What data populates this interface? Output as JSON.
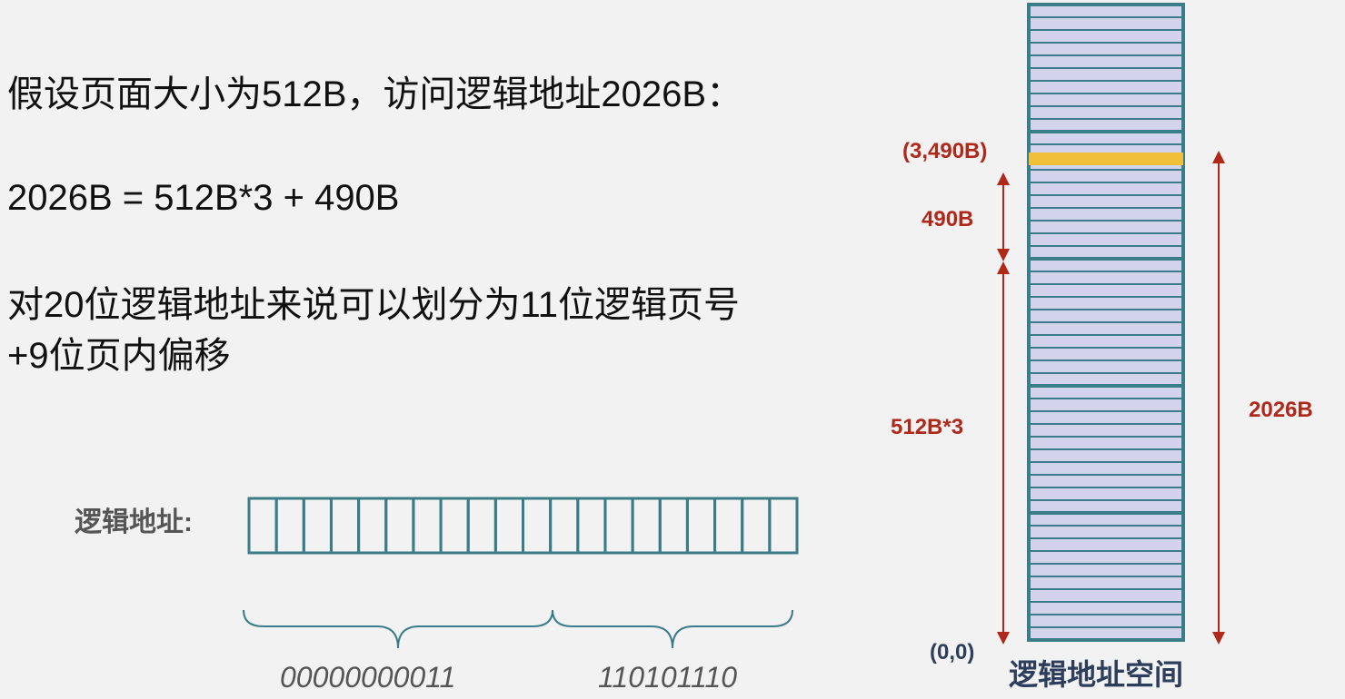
{
  "text": {
    "line1": "假设页面大小为512B，访问逻辑地址2026B：",
    "line2": "2026B = 512B*3 + 490B",
    "line3": "对20位逻辑地址来说可以划分为11位逻辑页号",
    "line4": "+9位页内偏移"
  },
  "address_bar": {
    "label": "逻辑地址:",
    "cell_count": 20,
    "page_bits": "00000000011",
    "offset_bits": "110101110"
  },
  "address_space": {
    "title": "逻辑地址空间",
    "marker_label": "(3,490B)",
    "offset_label": "490B",
    "pages_label": "512B*3",
    "total_label": "2026B",
    "origin_label": "(0,0)"
  },
  "colors": {
    "frame": "#3a7c87",
    "row_fill": "#d3d3ee",
    "row_line": "#3a7c87",
    "marker": "#f2bf3a",
    "annotation": "#b0281a"
  }
}
